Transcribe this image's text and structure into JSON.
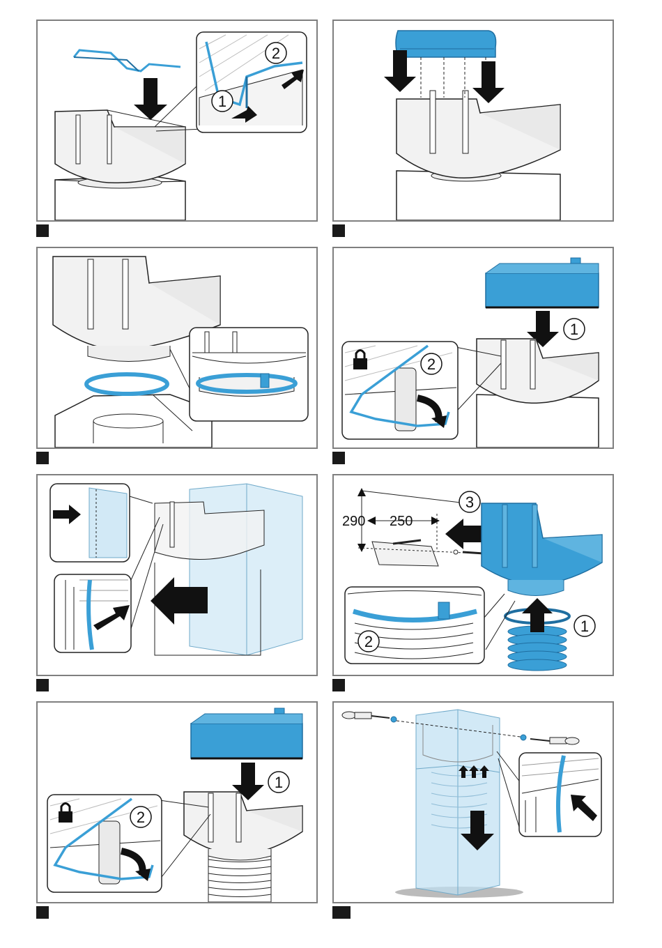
{
  "colors": {
    "accent_blue": "#3a9fd6",
    "dark_blue": "#1f6ea0",
    "frame_gray": "#7f7f7f",
    "line": "#222222",
    "light_gray": "#e6e6e6",
    "pale_blue": "#bfe0f2"
  },
  "panels": [
    {
      "callouts": [
        "1",
        "2"
      ]
    },
    {
      "callouts": []
    },
    {
      "callouts": []
    },
    {
      "callouts": [
        "1",
        "2"
      ],
      "icon": "lock-icon"
    },
    {
      "callouts": []
    },
    {
      "callouts": [
        "1",
        "2",
        "3"
      ],
      "dimensions": [
        "290",
        "250"
      ]
    },
    {
      "callouts": [
        "1",
        "2"
      ],
      "icon": "lock-icon"
    },
    {
      "callouts": []
    }
  ]
}
